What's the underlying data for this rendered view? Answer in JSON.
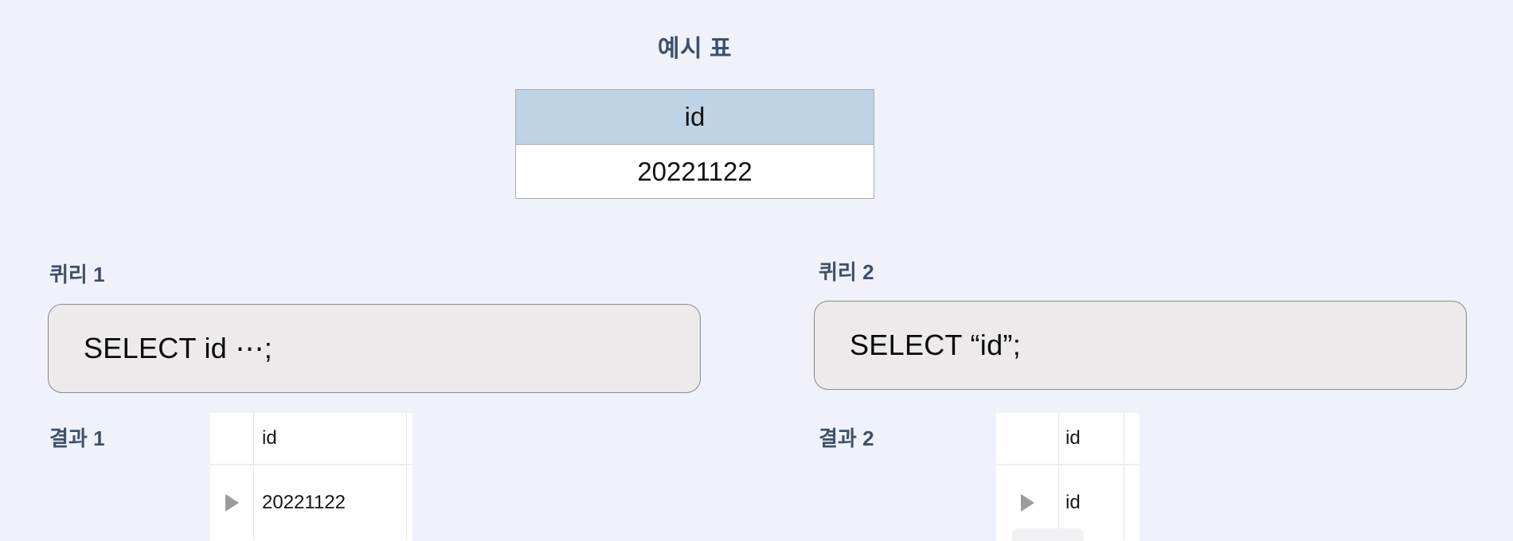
{
  "page": {
    "background_color": "#eff2fb",
    "heading_color": "#3f5068"
  },
  "example": {
    "title": "예시 표",
    "header_color": "#bed3e6",
    "columns": [
      "id"
    ],
    "rows": [
      [
        "20221122"
      ]
    ]
  },
  "queries": [
    {
      "label": "퀴리 1",
      "sql": "SELECT id ⋯;",
      "result_label": "결과 1",
      "result": {
        "columns": [
          "id"
        ],
        "rows": [
          "20221122"
        ],
        "row_marker_icon": "play-triangle-icon"
      }
    },
    {
      "label": "퀴리 2",
      "sql": "SELECT “id”;",
      "result_label": "결과 2",
      "result": {
        "columns": [
          "id"
        ],
        "rows": [
          "id"
        ],
        "row_marker_icon": "play-triangle-icon"
      }
    }
  ]
}
